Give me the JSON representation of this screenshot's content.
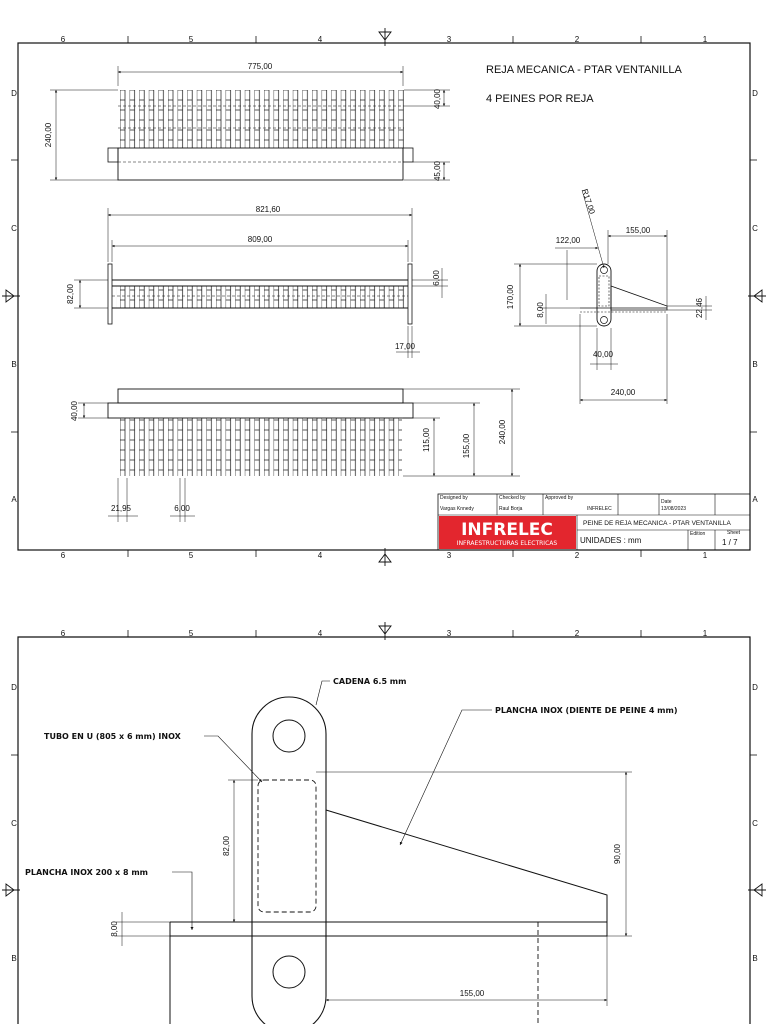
{
  "sheet1": {
    "title": "REJA MECANICA - PTAR VENTANILLA",
    "subtitle": "4 PEINES POR REJA",
    "zones_top": [
      "6",
      "5",
      "4",
      "3",
      "2",
      "1"
    ],
    "zones_side": [
      "D",
      "C",
      "B",
      "A"
    ],
    "view_top": {
      "width": "775,00",
      "height": "240,00",
      "tooth": "40,00",
      "base": "45,00"
    },
    "view_mid": {
      "overall": "821,60",
      "inner": "809,00",
      "height": "82,00",
      "thickness": "6,00",
      "flange": "17,00"
    },
    "view_bottom": {
      "top_band": "40,00",
      "tooth": "115,00",
      "inner": "155,00",
      "overall": "240,00",
      "pitch": "21,95",
      "tooth_w": "6,00"
    },
    "view_side": {
      "radius": "R17,00",
      "a": "155,00",
      "b": "122,00",
      "h": "170,00",
      "c": "8,00",
      "d": "22,46",
      "e": "40,00",
      "f": "240,00"
    },
    "title_block": {
      "designed_by_label": "Designed by",
      "designed_by": "Vargas Knnedy",
      "checked_by_label": "Checked by",
      "checked_by": "Raul Borja",
      "approved_by_label": "Approved by",
      "company": "INFRELEC",
      "date_label": "Date",
      "date": "13/08/2023",
      "part_name": "PEINE DE REJA MECANICA - PTAR VENTANILLA",
      "units": "UNIDADES : mm",
      "edition_label": "Edition",
      "sheet_label": "Sheet",
      "sheet": "1 / 7",
      "logo_text": "INFRELEC",
      "logo_sub": "INFRAESTRUCTURAS ELECTRICAS",
      "logo_color": "#e3262e"
    }
  },
  "sheet2": {
    "zones_top": [
      "6",
      "5",
      "4",
      "3",
      "2",
      "1"
    ],
    "zones_side": [
      "D",
      "C",
      "B"
    ],
    "callouts": {
      "cadena": "CADENA 6.5 mm",
      "plancha_diente": "PLANCHA INOX (DIENTE DE PEINE 4 mm)",
      "tubo": "TUBO EN U (805 x 6 mm) INOX",
      "plancha_base": "PLANCHA INOX 200 x 8 mm"
    },
    "dims": {
      "h82": "82,00",
      "h90": "90,00",
      "h8": "8,00",
      "w155": "155,00"
    }
  }
}
